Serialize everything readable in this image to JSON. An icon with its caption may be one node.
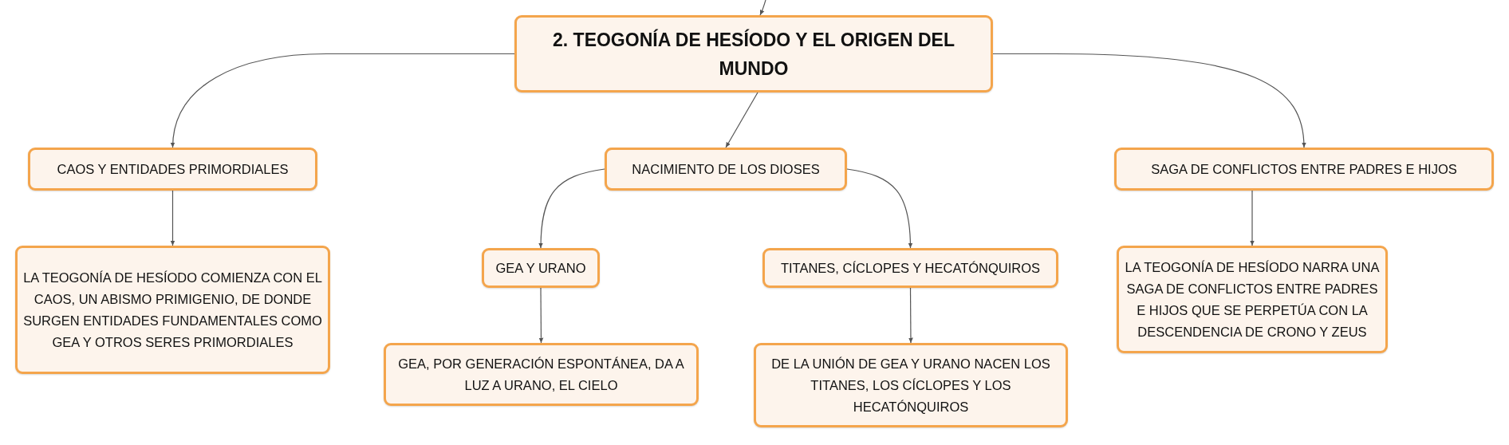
{
  "diagram": {
    "nodes": [
      {
        "text": [
          "2. TEOGONÍA DE HESÍODO Y EL ORIGEN DEL MUNDO"
        ]
      },
      {
        "text": [
          "CAOS Y ENTIDADES PRIMORDIALES"
        ]
      },
      {
        "text": [
          "NACIMIENTO DE LOS DIOSES"
        ]
      },
      {
        "text": [
          "SAGA DE CONFLICTOS ENTRE PADRES E HIJOS"
        ]
      },
      {
        "text": [
          "LA TEOGONÍA DE HESÍODO COMIENZA CON EL CAOS, UN ABISMO PRIMIGENIO, DE DONDE SURGEN ENTIDADES FUNDAMENTALES COMO GEA Y OTROS SERES PRIMORDIALES"
        ]
      },
      {
        "text": [
          "GEA Y URANO"
        ]
      },
      {
        "text": [
          "TITANES, CÍCLOPES Y HECATÓNQUIROS"
        ]
      },
      {
        "text": [
          "LA TEOGONÍA DE HESÍODO NARRA UNA SAGA DE CONFLICTOS ENTRE PADRES E HIJOS QUE SE PERPETÚA CON LA DESCENDENCIA DE CRONO Y ZEUS"
        ]
      },
      {
        "text": [
          "GEA, POR GENERACIÓN ESPONTÁNEA, DA A LUZ A URANO, EL CIELO"
        ]
      },
      {
        "text": [
          "DE LA UNIÓN DE GEA Y URANO NACEN LOS TITANES, LOS CÍCLOPES Y LOS HECATÓNQUIROS"
        ]
      }
    ],
    "edges": [
      {
        "from": null,
        "to": 0,
        "arrow": "to"
      },
      {
        "from": 0,
        "to": 1,
        "arrow": "to"
      },
      {
        "from": 0,
        "to": 2,
        "arrow": "to"
      },
      {
        "from": 0,
        "to": 3,
        "arrow": "to"
      },
      {
        "from": 1,
        "to": 4,
        "arrow": "to"
      },
      {
        "from": 2,
        "to": 5,
        "arrow": "to"
      },
      {
        "from": 2,
        "to": 6,
        "arrow": "to"
      },
      {
        "from": 3,
        "to": 7,
        "arrow": "to"
      },
      {
        "from": 5,
        "to": 8,
        "arrow": "to"
      },
      {
        "from": 6,
        "to": 9,
        "arrow": "to"
      }
    ]
  }
}
